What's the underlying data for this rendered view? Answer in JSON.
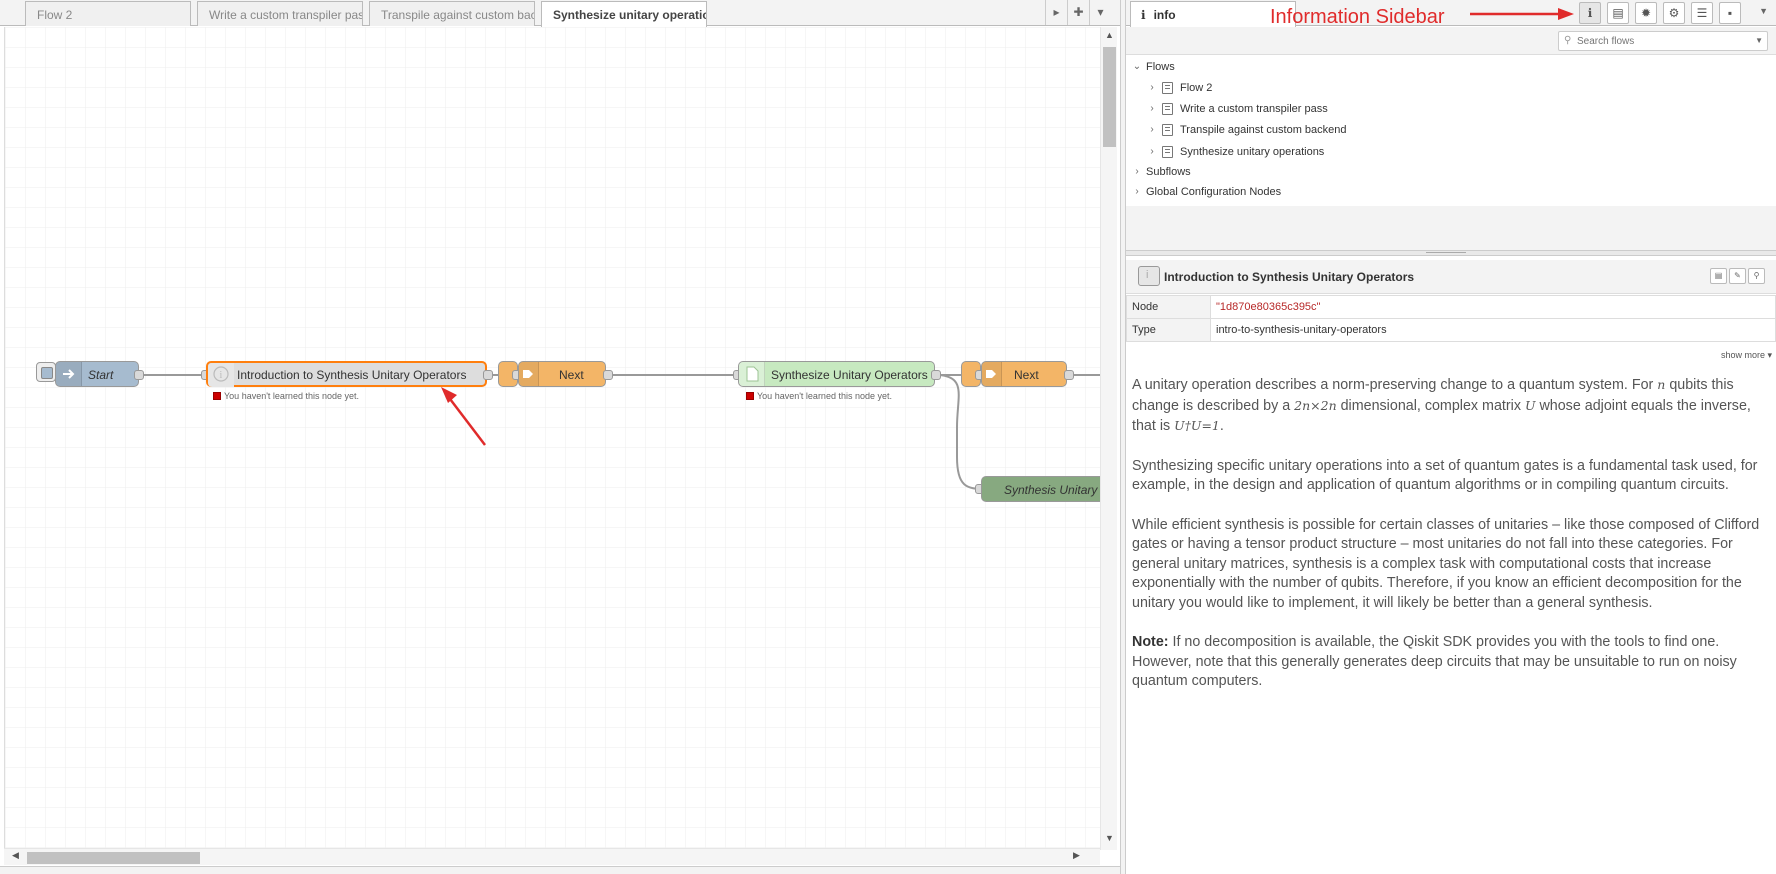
{
  "workspace": {
    "tabs": [
      {
        "label": "Flow 2"
      },
      {
        "label": "Write a custom transpiler pass"
      },
      {
        "label": "Transpile against custom backend"
      },
      {
        "label": "Synthesize unitary operations"
      }
    ],
    "active_tab": 3,
    "nodes": {
      "start": {
        "label": "Start"
      },
      "intro": {
        "label": "Introduction to Synthesis Unitary Operators",
        "status": "You haven't learned this node yet."
      },
      "next1": {
        "label": "Next"
      },
      "synth": {
        "label": "Synthesize Unitary Operators",
        "status": "You haven't learned this node yet."
      },
      "next2": {
        "label": "Next"
      },
      "synth_link": {
        "label": "Synthesis Unitary Operators"
      }
    }
  },
  "sidebar": {
    "tab_label": "info",
    "search": {
      "placeholder": "Search flows",
      "value": ""
    },
    "tree": {
      "flows_label": "Flows",
      "flows": [
        "Flow 2",
        "Write a custom transpiler pass",
        "Transpile against custom backend",
        "Synthesize unitary operations"
      ],
      "subflows_label": "Subflows",
      "global_label": "Global Configuration Nodes"
    },
    "help": {
      "title": "Introduction to Synthesis Unitary Operators",
      "node_key": "Node",
      "node_value": "\"1d870e80365c395c\"",
      "type_key": "Type",
      "type_value": "intro-to-synthesis-unitary-operators",
      "show_more": "show more ▾",
      "p1a": "A unitary operation describes a norm-preserving change to a quantum system. For ",
      "p1_n": "n",
      "p1b": " qubits this change is described by a ",
      "p1_dim": "2n×2n",
      "p1c": " dimensional, complex matrix ",
      "p1_U": "U",
      "p1d": " whose adjoint equals the inverse, that is ",
      "p1_eq": "U†U=1",
      "p1e": ".",
      "p2": "Synthesizing specific unitary operations into a set of quantum gates is a fundamental task used, for example, in the design and application of quantum algorithms or in compiling quantum circuits.",
      "p3": "While efficient synthesis is possible for certain classes of unitaries – like those composed of Clifford gates or having a tensor product structure – most unitaries do not fall into these categories. For general unitary matrices, synthesis is a complex task with computational costs that increase exponentially with the number of qubits. Therefore, if you know an efficient decomposition for the unitary you would like to implement, it will likely be better than a general synthesis.",
      "note_label": "Note:",
      "p4": " If no decomposition is available, the Qiskit SDK provides you with the tools to find one. However, note that this generally generates deep circuits that may be unsuitable to run on noisy quantum computers."
    }
  },
  "annotation": {
    "label": "Information Sidebar",
    "color": "#e02b2b"
  },
  "colors": {
    "inject": "#a6bbcf",
    "link_out": "#f3b567",
    "intro_node": "#dddddd",
    "intro_border": "#ff7f0e",
    "synth_node": "#c7e9c0",
    "link_node": "#87a980"
  }
}
